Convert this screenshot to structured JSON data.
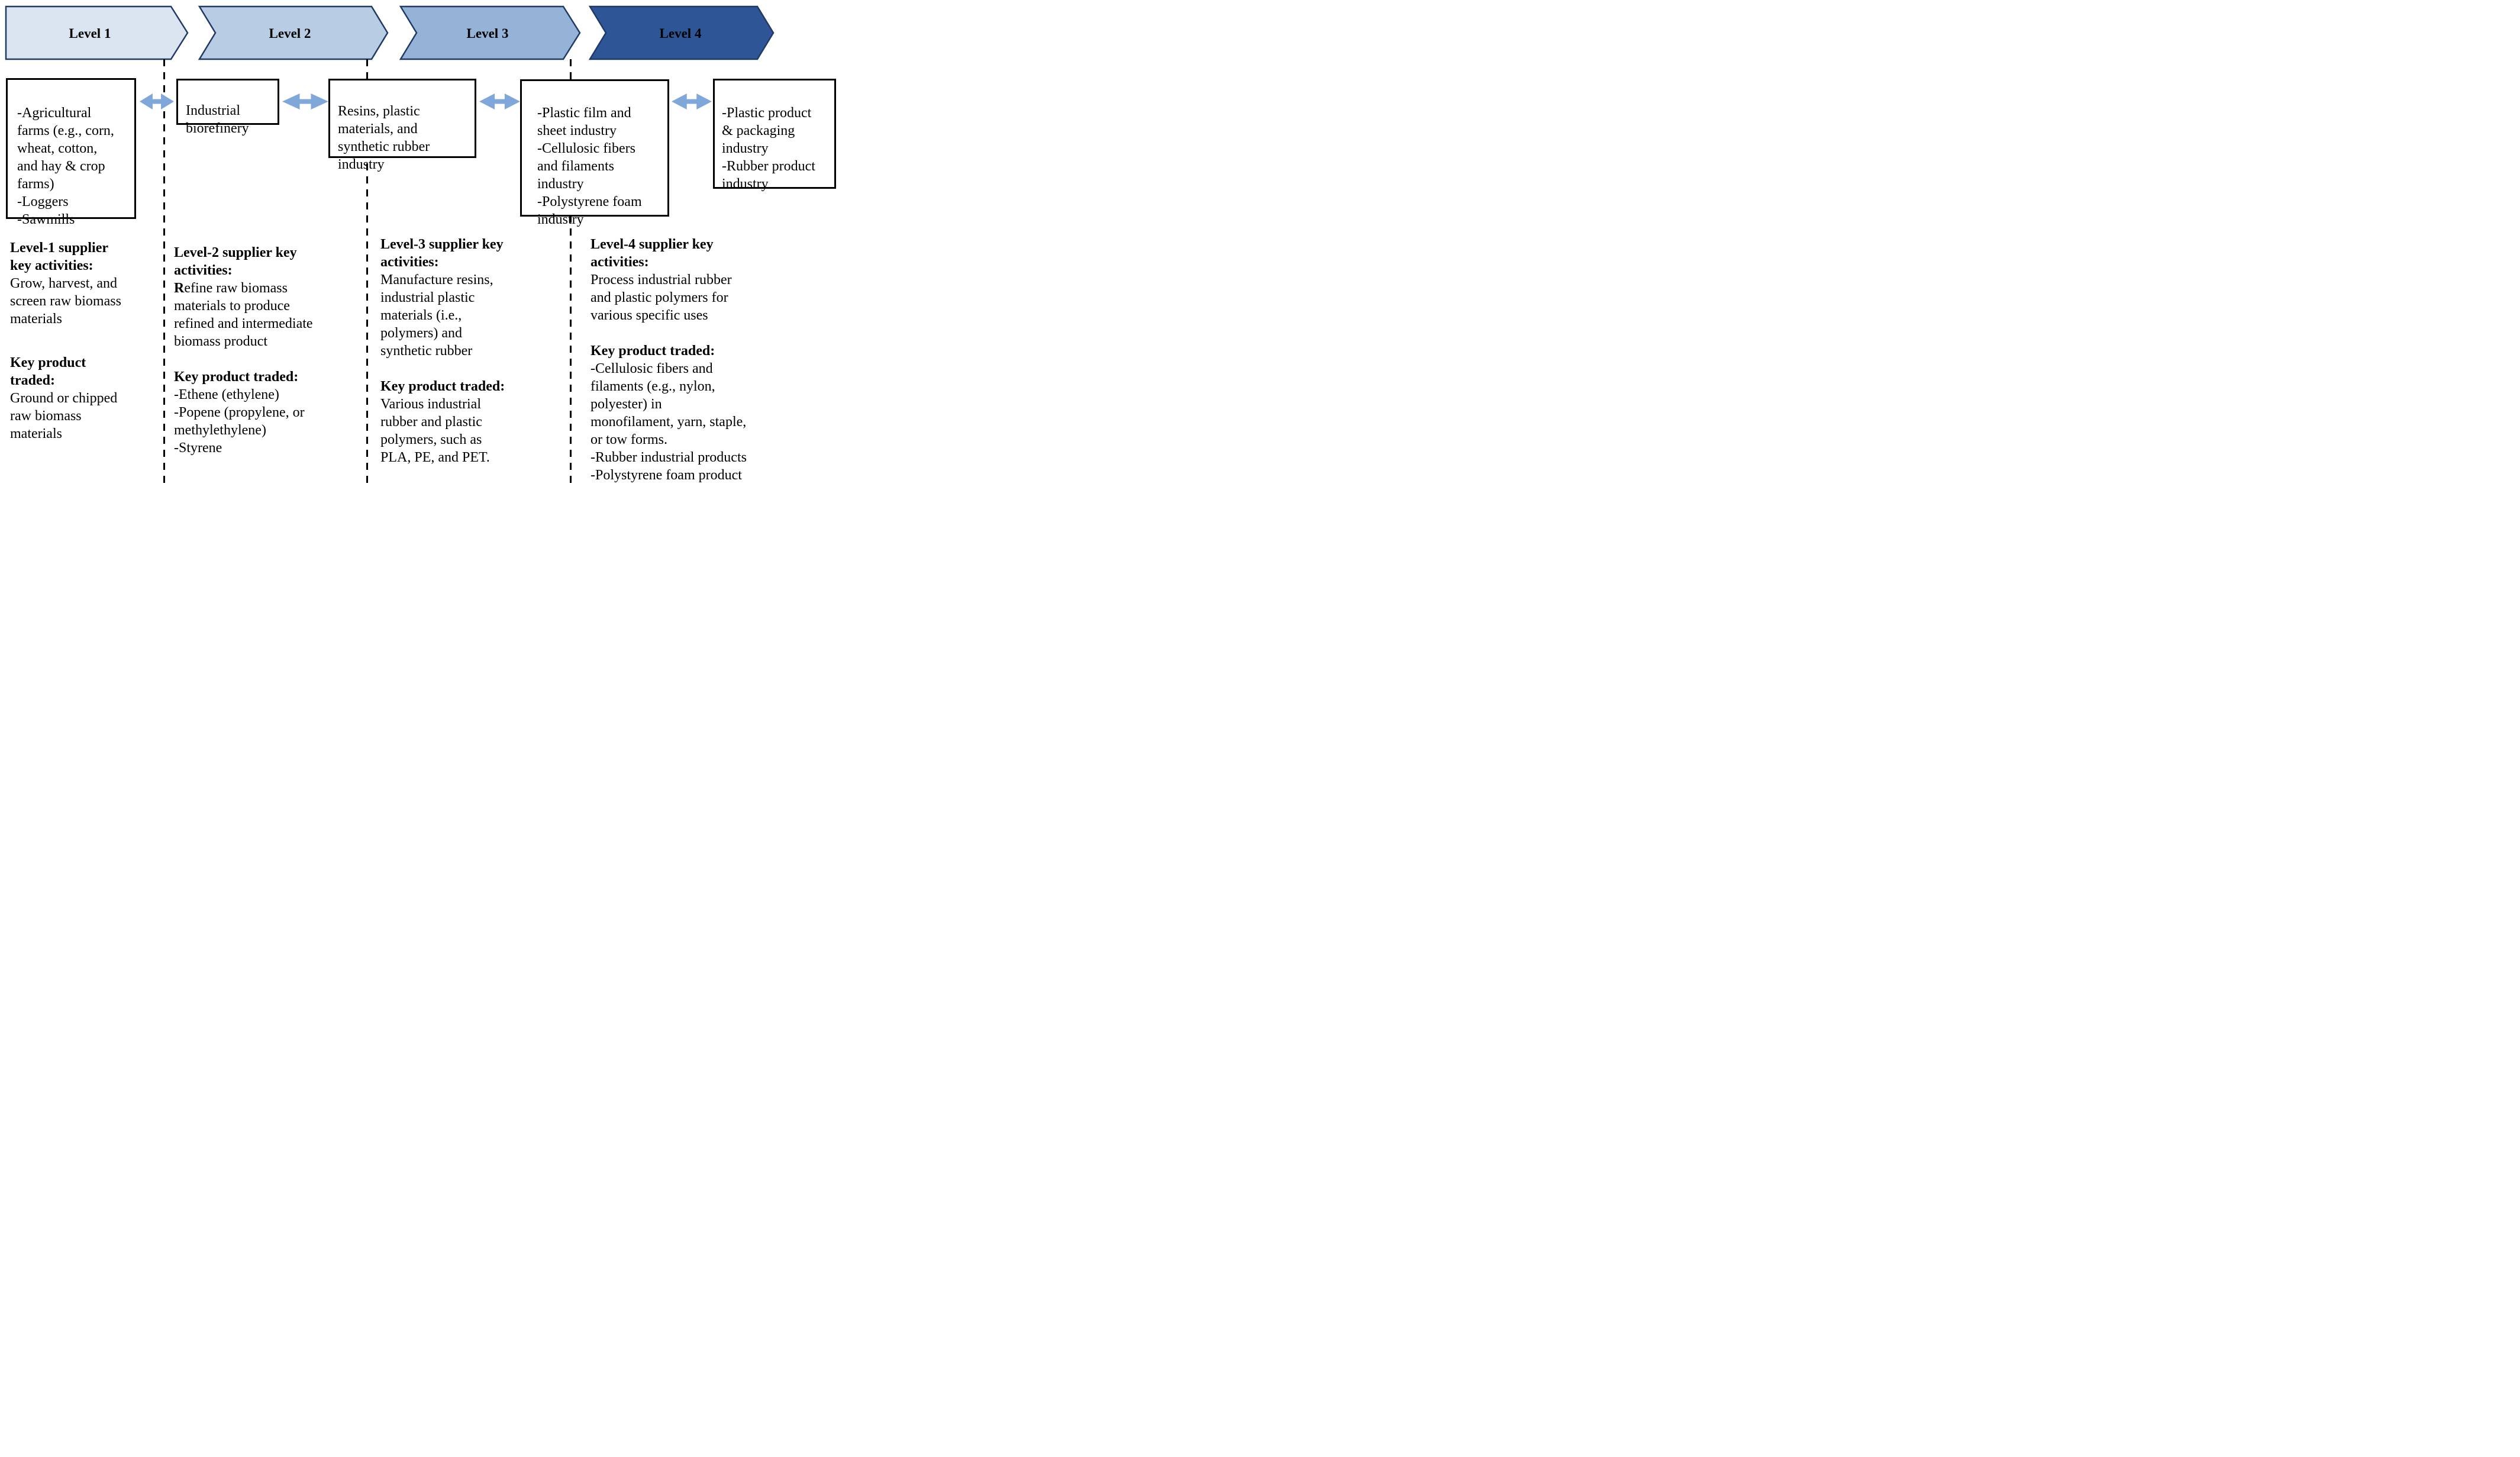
{
  "colors": {
    "navy": "#203a66",
    "arrow": "#7fa7d9",
    "divider": "#000000",
    "boxline": "#000000",
    "ink": "#000000"
  },
  "levels": [
    {
      "label": "Level 1",
      "color": "#dbe5f1"
    },
    {
      "label": "Level 2",
      "color": "#b8cce4"
    },
    {
      "label": "Level 3",
      "color": "#95b3d7"
    },
    {
      "label": "Level 4",
      "color": "#2e5697"
    }
  ],
  "entity_boxes": {
    "b1": {
      "lines": [
        "-Agricultural",
        "farms (e.g., corn,",
        "wheat, cotton,",
        "and hay & crop",
        "farms)",
        "-Loggers",
        "-Sawmills"
      ]
    },
    "b2": {
      "lines": [
        "Industrial",
        "biorefinery"
      ]
    },
    "b3": {
      "lines": [
        "Resins, plastic",
        "materials, and",
        "synthetic rubber",
        "industry"
      ]
    },
    "b4": {
      "lines": [
        "-Plastic film and",
        "sheet industry",
        "-Cellulosic fibers",
        "and filaments",
        "industry",
        "-Polystyrene foam",
        "industry"
      ]
    },
    "b5": {
      "lines": [
        "-Plastic product",
        "& packaging",
        "industry",
        "-Rubber product",
        "industry"
      ]
    }
  },
  "columns": {
    "c1": {
      "activities_heading": [
        "Level-1 supplier",
        "key activities:"
      ],
      "activities_body": [
        "Grow, harvest, and",
        "screen raw biomass",
        "materials"
      ],
      "products_heading": [
        "Key product",
        "traded:"
      ],
      "products_body": [
        "Ground or chipped",
        "raw biomass",
        "materials"
      ]
    },
    "c2": {
      "activities_heading": [
        "Level-2 supplier key",
        "activities:"
      ],
      "activities_lead": "R",
      "activities_rest": [
        "efine raw biomass",
        "materials to produce",
        "refined and intermediate",
        "biomass product"
      ],
      "products_heading": [
        "Key product traded:"
      ],
      "products_body": [
        "-Ethene (ethylene)",
        "-Popene (propylene, or",
        "methylethylene)",
        "-Styrene"
      ]
    },
    "c3": {
      "activities_heading": [
        "Level-3 supplier key",
        "activities:"
      ],
      "activities_body": [
        "Manufacture resins,",
        "industrial plastic",
        "materials (i.e.,",
        "polymers) and",
        "synthetic rubber"
      ],
      "products_heading": [
        "Key product traded:"
      ],
      "products_body": [
        "Various industrial",
        "rubber and plastic",
        "polymers, such as",
        "PLA, PE, and PET."
      ]
    },
    "c4": {
      "activities_heading": [
        "Level-4 supplier key",
        "activities:"
      ],
      "activities_body": [
        "Process industrial rubber",
        "and plastic polymers for",
        "various specific uses"
      ],
      "products_heading": [
        "Key product traded:"
      ],
      "products_body": [
        "-Cellulosic fibers and",
        "filaments (e.g., nylon,",
        "polyester) in",
        "monofilament, yarn, staple,",
        "or tow forms.",
        "-Rubber industrial products",
        "-Polystyrene foam product"
      ]
    }
  }
}
